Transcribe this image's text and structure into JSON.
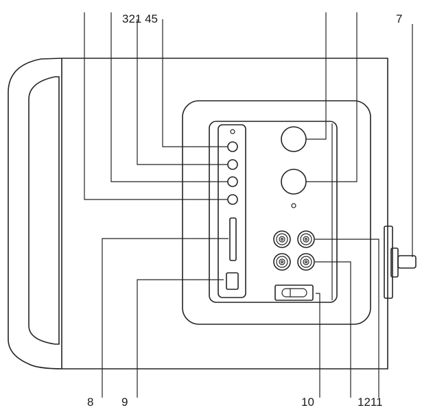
{
  "figure": {
    "callouts": {
      "top_cluster": "321 45",
      "top_right": "7",
      "bottom_8": "8",
      "bottom_9": "9",
      "bottom_10": "10",
      "bottom_cluster": "1211"
    },
    "line_color": "#222222",
    "background": "#ffffff"
  }
}
